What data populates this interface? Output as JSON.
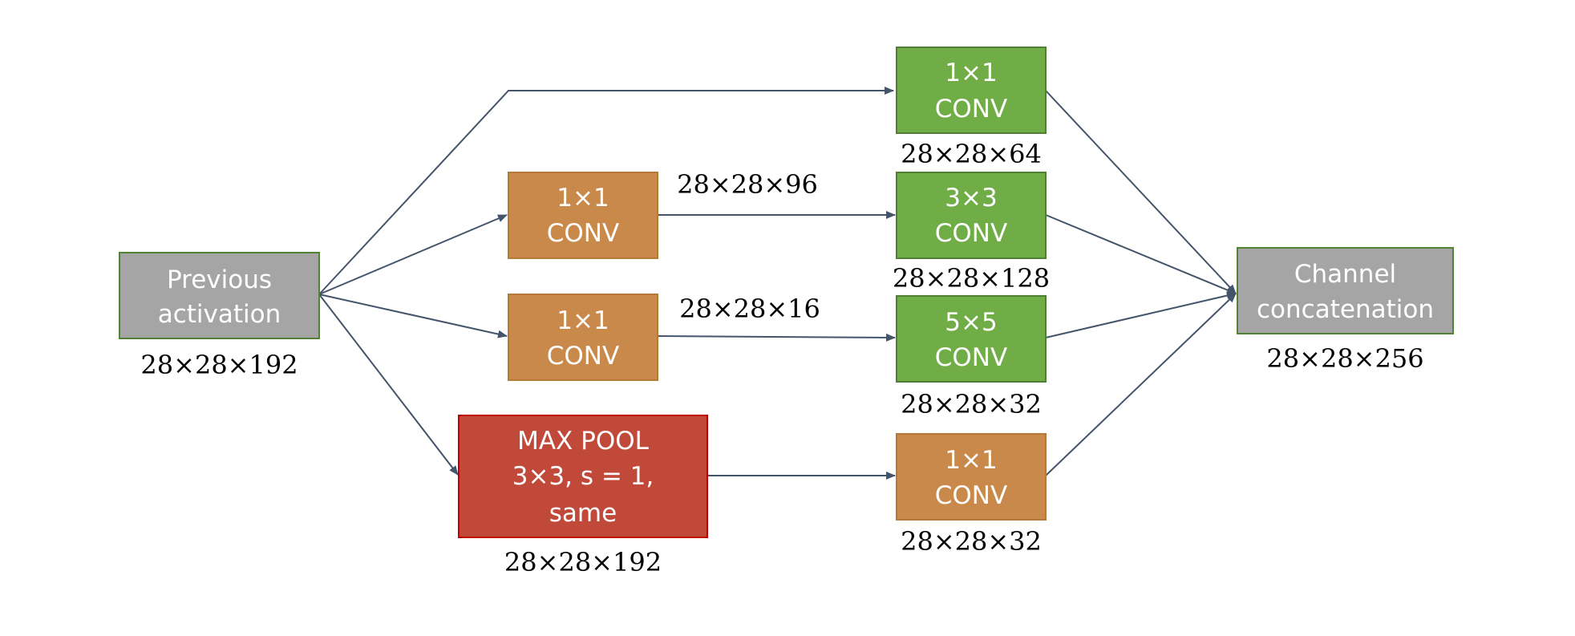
{
  "colors": {
    "gray": "#a5a5a5",
    "gray_border": "#548235",
    "orange": "#c8894a",
    "orange_border": "#b7793b",
    "green": "#70ad47",
    "green_border": "#507e32",
    "red": "#c0493a",
    "red_border": "#c00000",
    "arrow": "#44546a"
  },
  "nodes": {
    "prev": {
      "lines": [
        "Previous",
        "activation"
      ],
      "dim": "28×28×192",
      "color": "gray"
    },
    "conv1_reduce3": {
      "lines": [
        "1×1",
        "CONV"
      ],
      "dim": "28×28×96",
      "color": "orange"
    },
    "conv1_reduce5": {
      "lines": [
        "1×1",
        "CONV"
      ],
      "dim": "28×28×16",
      "color": "orange"
    },
    "maxpool": {
      "lines": [
        "MAX POOL",
        "3×3, s = 1,",
        "same"
      ],
      "dim": "28×28×192",
      "color": "red"
    },
    "conv1x1": {
      "lines": [
        "1×1",
        "CONV"
      ],
      "dim": "28×28×64",
      "color": "green"
    },
    "conv3x3": {
      "lines": [
        "3×3",
        "CONV"
      ],
      "dim": "28×28×128",
      "color": "green"
    },
    "conv5x5": {
      "lines": [
        "5×5",
        "CONV"
      ],
      "dim": "28×28×32",
      "color": "green"
    },
    "conv1_pool": {
      "lines": [
        "1×1",
        "CONV"
      ],
      "dim": "28×28×32",
      "color": "orange"
    },
    "concat": {
      "lines": [
        "Channel",
        "concatenation"
      ],
      "dim": "28×28×256",
      "color": "gray"
    }
  },
  "edges": [
    {
      "from": "prev",
      "to": "conv1x1"
    },
    {
      "from": "prev",
      "to": "conv1_reduce3"
    },
    {
      "from": "prev",
      "to": "conv1_reduce5"
    },
    {
      "from": "prev",
      "to": "maxpool"
    },
    {
      "from": "conv1_reduce3",
      "to": "conv3x3"
    },
    {
      "from": "conv1_reduce5",
      "to": "conv5x5"
    },
    {
      "from": "maxpool",
      "to": "conv1_pool"
    },
    {
      "from": "conv1x1",
      "to": "concat"
    },
    {
      "from": "conv3x3",
      "to": "concat"
    },
    {
      "from": "conv5x5",
      "to": "concat"
    },
    {
      "from": "conv1_pool",
      "to": "concat"
    }
  ]
}
